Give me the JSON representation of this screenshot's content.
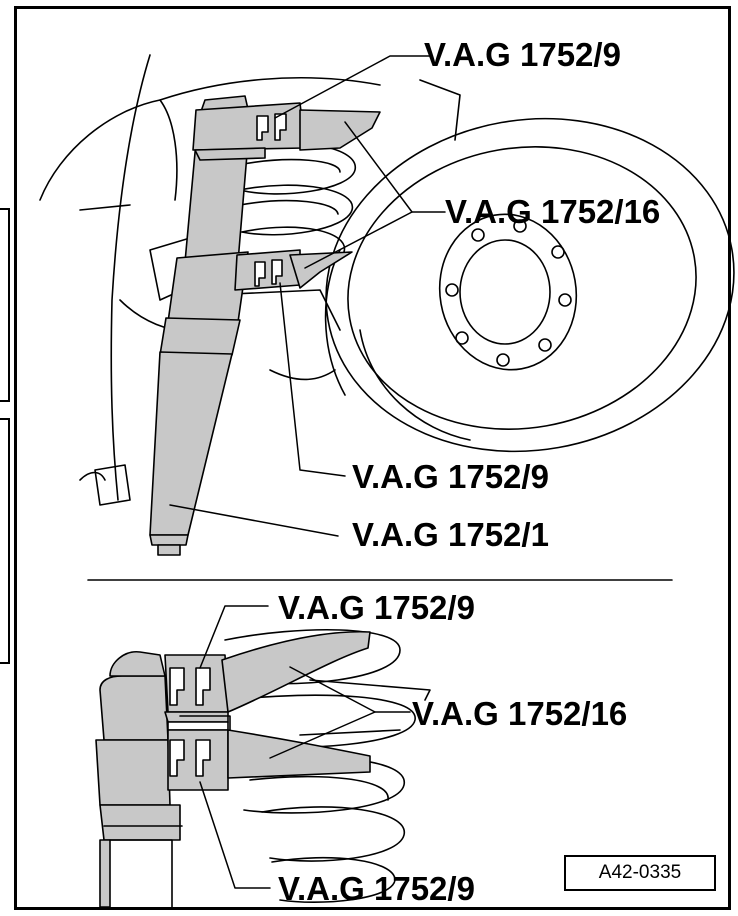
{
  "labels": {
    "top_tool_9": "V.A.G 1752/9",
    "top_tool_16": "V.A.G 1752/16",
    "top_tool_9_lower": "V.A.G 1752/9",
    "top_tool_1": "V.A.G 1752/1",
    "detail_tool_9_upper": "V.A.G 1752/9",
    "detail_tool_16": "V.A.G 1752/16",
    "detail_tool_9_lower": "V.A.G 1752/9"
  },
  "figure_id": "A42-0335",
  "colors": {
    "line": "#000000",
    "tool_fill": "#c8c8c8",
    "background": "#ffffff"
  }
}
